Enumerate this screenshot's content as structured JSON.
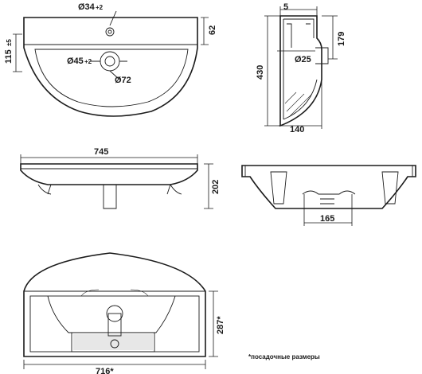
{
  "dimensions": {
    "hole_diameter_top": "Ø34",
    "hole_diameter_top_suffix": "+2",
    "rim_depth": "62",
    "tap_offset": "115",
    "tap_offset_suffix": "±5",
    "drain_diameter": "Ø45",
    "drain_diameter_suffix": "+2",
    "drain_outer": "Ø72",
    "side_wall": "5",
    "side_depth": "179",
    "side_height": "430",
    "side_drain": "Ø25",
    "side_width": "140",
    "front_width": "745",
    "front_height": "202",
    "rear_span": "165",
    "bottom_width": "716*",
    "bottom_depth": "287*"
  },
  "footnote": "*посадочные размеры"
}
